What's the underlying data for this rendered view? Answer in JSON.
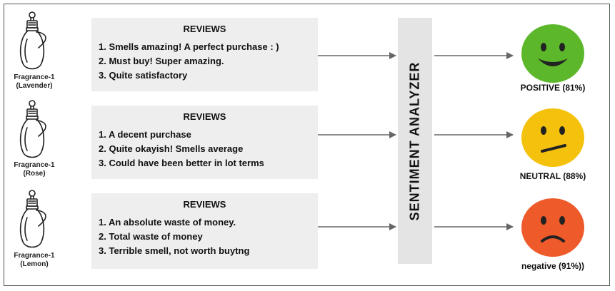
{
  "products": [
    {
      "name": "Fragrance-1",
      "variant": "(Lavender)",
      "reviews_title": "REVIEWS",
      "reviews": [
        "1. Smells amazing! A perfect purchase : )",
        "2. Must buy! Super amazing.",
        "3. Quite satisfactory"
      ],
      "result": "POSITIVE (81%)",
      "face": "happy-face-icon",
      "face_color": "#5cb82a"
    },
    {
      "name": "Fragrance-1",
      "variant": "(Rose)",
      "reviews_title": "REVIEWS",
      "reviews": [
        "1. A decent purchase",
        "2. Quite okayish! Smells average",
        "3.  Could have been better in lot terms"
      ],
      "result": "NEUTRAL (88%)",
      "face": "neutral-face-icon",
      "face_color": "#f4c20d"
    },
    {
      "name": "Fragrance-1",
      "variant": "(Lemon)",
      "reviews_title": "REVIEWS",
      "reviews": [
        "1. An absolute waste of money.",
        "2. Total waste of money",
        "3. Terrible  smell, not worth buytng"
      ],
      "result": "negative (91%))",
      "face": "sad-face-icon",
      "face_color": "#ee5a2a"
    }
  ],
  "analyzer": {
    "label": "SENTIMENT ANALYZER"
  }
}
